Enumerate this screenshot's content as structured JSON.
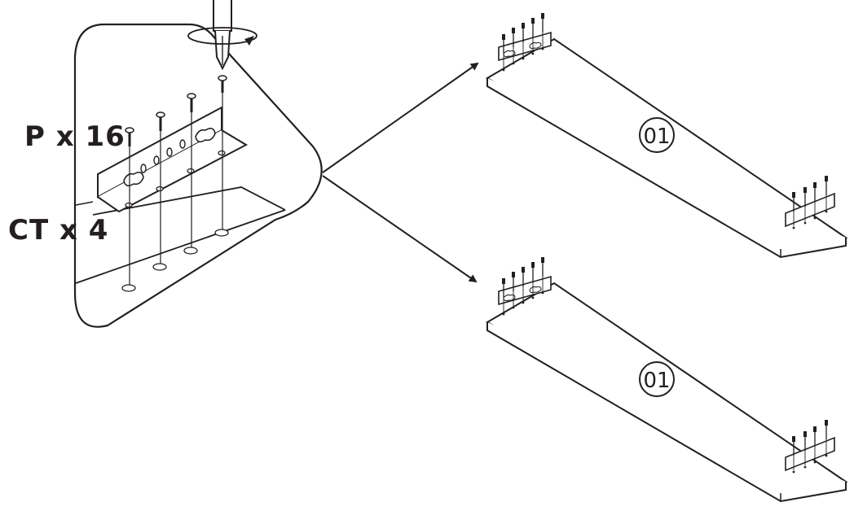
{
  "labels": {
    "screws": "P x 16",
    "cam_bolts": "CT x 4",
    "panel_top": "01",
    "panel_bottom": "01"
  },
  "colors": {
    "ink": "#231f20",
    "paper": "#ffffff"
  },
  "icons": [
    "screwdriver-icon",
    "rotation-arrow-icon",
    "screw-icon",
    "angle-bracket-icon"
  ]
}
